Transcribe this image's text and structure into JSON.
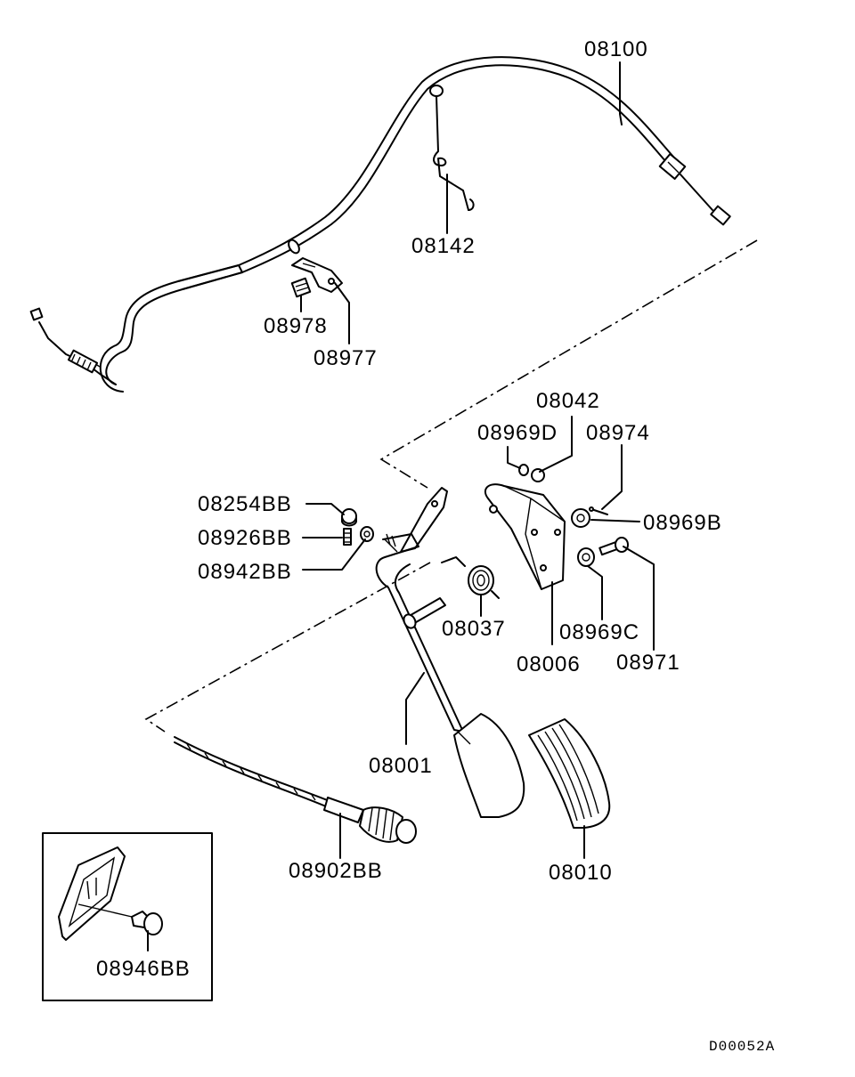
{
  "diagram": {
    "drawing_code": "D00052A",
    "parts": [
      {
        "id": "p08100",
        "number": "08100"
      },
      {
        "id": "p08142",
        "number": "08142"
      },
      {
        "id": "p08978",
        "number": "08978"
      },
      {
        "id": "p08977",
        "number": "08977"
      },
      {
        "id": "p08042",
        "number": "08042"
      },
      {
        "id": "p08969D",
        "number": "08969D"
      },
      {
        "id": "p08974",
        "number": "08974"
      },
      {
        "id": "p08254BB",
        "number": "08254BB"
      },
      {
        "id": "p08969B",
        "number": "08969B"
      },
      {
        "id": "p08926BB",
        "number": "08926BB"
      },
      {
        "id": "p08942BB",
        "number": "08942BB"
      },
      {
        "id": "p08037",
        "number": "08037"
      },
      {
        "id": "p08969C",
        "number": "08969C"
      },
      {
        "id": "p08006",
        "number": "08006"
      },
      {
        "id": "p08971",
        "number": "08971"
      },
      {
        "id": "p08001",
        "number": "08001"
      },
      {
        "id": "p08902BB",
        "number": "08902BB"
      },
      {
        "id": "p08010",
        "number": "08010"
      },
      {
        "id": "p08946BB",
        "number": "08946BB"
      }
    ]
  }
}
